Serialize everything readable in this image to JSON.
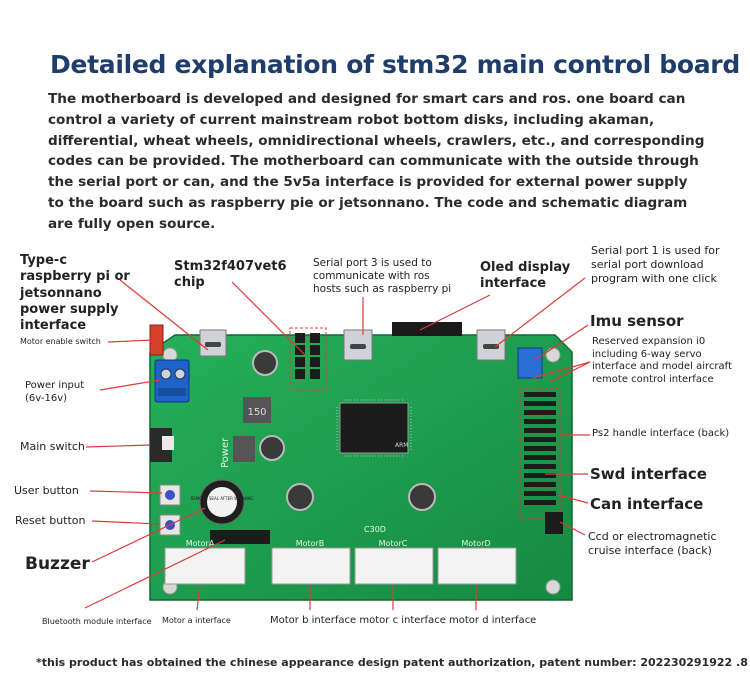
{
  "title": "Detailed explanation of stm32 main control board",
  "intro": "The motherboard is developed and designed for smart cars and ros. one board can control a variety of current mainstream robot bottom disks, including akaman, differential, wheat wheels, omnidirectional wheels, crawlers, etc., and corresponding codes can be provided.   The motherboard can communicate with the outside through the serial port or can, and the 5v5a interface is provided for external power supply to the board such as raspberry pie or jetsonnano. The code and schematic diagram are fully open source.",
  "labels": {
    "typec": "Type-c raspberry pi or jetsonnano power supply interface",
    "chip": "Stm32f407vet6 chip",
    "serial3": "Serial port 3 is used to communicate with ros hosts such as raspberry pi",
    "oled": "Oled display interface",
    "serial1": "Serial port 1 is used for serial port download program with one click",
    "motor_enable": "Motor enable switch",
    "imu": "Imu sensor",
    "expansion": "Reserved expansion i0 including 6-way servo interface and model aircraft remote control interface",
    "power_input": "Power input (6v-16v)",
    "main_switch": "Main switch",
    "ps2": "Ps2 handle interface (back)",
    "swd": "Swd interface",
    "user_button": "User button",
    "can": "Can interface",
    "reset_button": "Reset button",
    "ccd": "Ccd or electromagnetic cruise interface (back)",
    "buzzer": "Buzzer",
    "bluetooth": "Bluetooth module interface",
    "motor_a": "Motor a interface",
    "motor_bcd": "Motor b interface motor c interface motor d interface"
  },
  "silkscreen": {
    "power": "Power",
    "motor_a": "MotorA",
    "motor_b": "MotorB",
    "motor_c": "MotorC",
    "motor_d": "MotorD",
    "buzzer_text": "REMOVE SEAL AFTER WASHING",
    "c30d": "C30D",
    "inductor": "150",
    "arm": "ARM"
  },
  "patent": "*this product has obtained the chinese appearance design patent authorization, patent number: 202230291922 .8",
  "colors": {
    "title": "#1f3d6b",
    "board": "#1f9e4e",
    "leader": "#e03a3a"
  }
}
